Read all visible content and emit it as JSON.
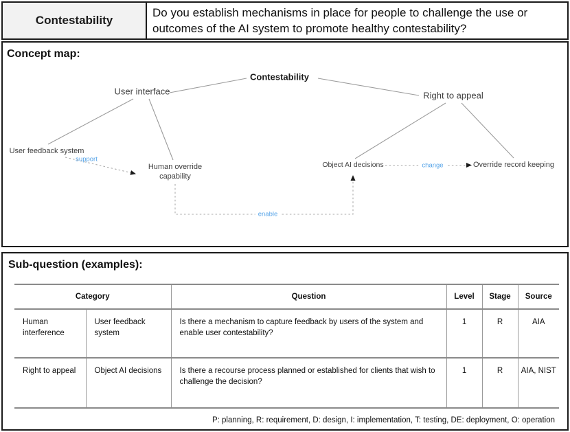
{
  "header": {
    "title": "Contestability",
    "question": "Do you establish mechanisms in place for people to challenge the use or outcomes of the AI system to promote healthy contestability?"
  },
  "concept_map": {
    "section_title": "Concept map:",
    "nodes": {
      "root": "Contestability",
      "user_interface": "User interface",
      "right_to_appeal": "Right to appeal",
      "user_feedback_system": "User feedback system",
      "human_override_capability": "Human override capability",
      "object_ai_decisions": "Object AI decisions",
      "override_record_keeping": "Override record keeping"
    },
    "edge_labels": {
      "support": "support",
      "enable": "enable",
      "change": "change"
    }
  },
  "sub_question": {
    "section_title": "Sub-question (examples):",
    "table": {
      "headers": {
        "category": "Category",
        "question": "Question",
        "level": "Level",
        "stage": "Stage",
        "source": "Source"
      },
      "rows": [
        {
          "category_group": "Human interference",
          "category_item": "User feedback system",
          "question": "Is there a mechanism to capture feedback by users of the system and enable user contestability?",
          "level": "1",
          "stage": "R",
          "source": "AIA"
        },
        {
          "category_group": "Right to appeal",
          "category_item": "Object AI decisions",
          "question": "Is there a recourse process planned or established for clients that wish to challenge the decision?",
          "level": "1",
          "stage": "R",
          "source": "AIA, NIST"
        }
      ]
    },
    "legend": "P: planning, R: requirement, D: design, I: implementation, T: testing, DE: deployment, O: operation"
  },
  "colors": {
    "accent_blue": "#56a4e8",
    "solid_edge_gray": "#9c9c9c",
    "dashed_edge_gray": "#ababab",
    "table_border_gray": "#8a8a8a",
    "header_cell_bg": "#f2f2f2",
    "outer_border": "#1a1a1a"
  }
}
